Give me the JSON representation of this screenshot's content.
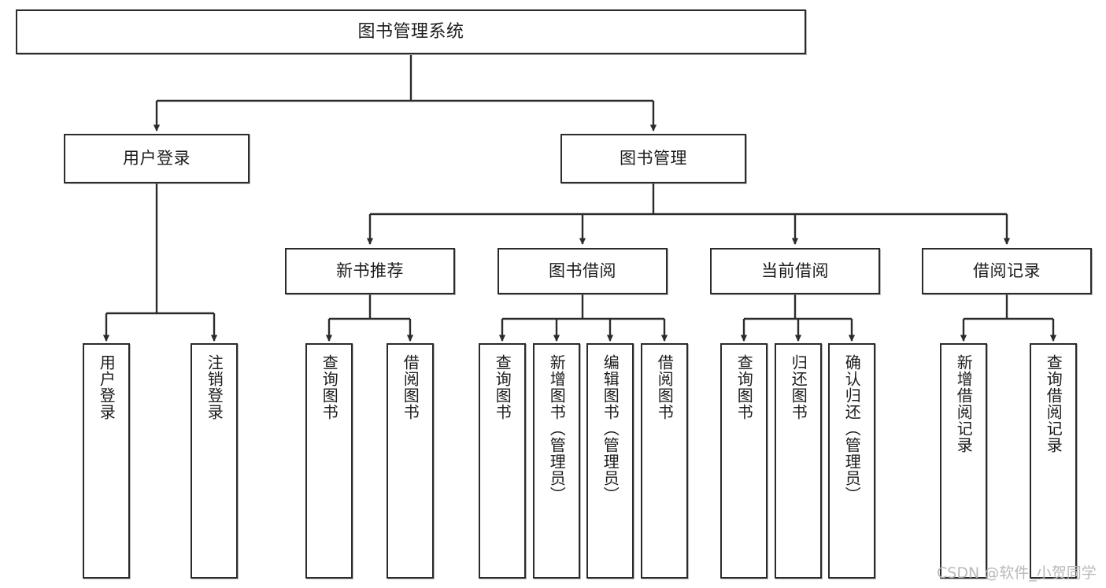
{
  "diagram": {
    "type": "tree",
    "title": "图书管理系统",
    "orientation": "top-down",
    "edge_color": "#2b2b2b",
    "box_border_color": "#2b2b2b",
    "box_fill_color": "#ffffff",
    "text_color": "#1c1c1c",
    "watermark": "CSDN @软件_小贺同学"
  },
  "nodes": {
    "root": {
      "label": "图书管理系统"
    },
    "level2": [
      {
        "label": "用户登录"
      },
      {
        "label": "图书管理"
      }
    ],
    "level3": [
      {
        "label": "新书推荐"
      },
      {
        "label": "图书借阅"
      },
      {
        "label": "当前借阅"
      },
      {
        "label": "借阅记录"
      }
    ],
    "leaves": {
      "user_login": [
        {
          "label": "用户登录"
        },
        {
          "label": "注销登录"
        }
      ],
      "new_book_recommend": [
        {
          "label": "查询图书"
        },
        {
          "label": "借阅图书"
        }
      ],
      "book_borrow": [
        {
          "label": "查询图书"
        },
        {
          "label": "新增图书（管理员）"
        },
        {
          "label": "编辑图书（管理员）"
        },
        {
          "label": "借阅图书"
        }
      ],
      "current_borrow": [
        {
          "label": "查询图书"
        },
        {
          "label": "归还图书"
        },
        {
          "label": "确认归还（管理员）"
        }
      ],
      "borrow_record": [
        {
          "label": "新增借阅记录"
        },
        {
          "label": "查询借阅记录"
        }
      ]
    }
  }
}
